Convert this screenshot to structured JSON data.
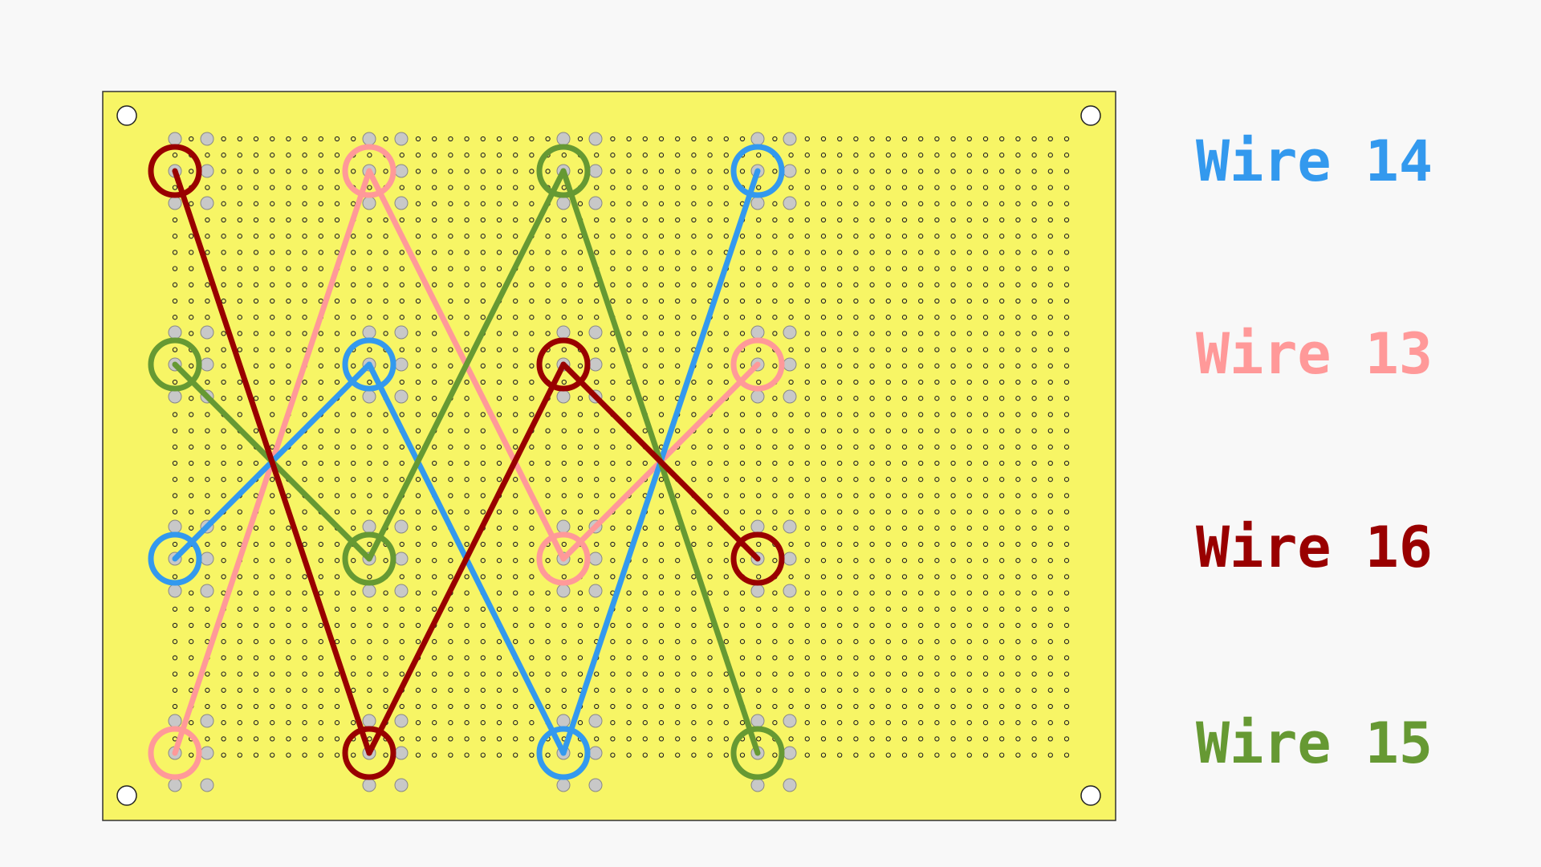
{
  "board": {
    "color": "#f7f565",
    "border_color": "#333333",
    "hole_color": "#f7f565",
    "hole_outline": "#222222",
    "pad_color": "#c8c8c8",
    "mount_hole_color": "#ffffff"
  },
  "wires": [
    {
      "id": "wire-13",
      "label": "Wire 13",
      "color": "#ff9999",
      "path": [
        [
          0,
          3
        ],
        [
          1,
          0
        ],
        [
          2,
          2
        ],
        [
          3,
          1
        ]
      ]
    },
    {
      "id": "wire-14",
      "label": "Wire 14",
      "color": "#3399ee",
      "path": [
        [
          0,
          2
        ],
        [
          1,
          1
        ],
        [
          2,
          3
        ],
        [
          3,
          0
        ]
      ]
    },
    {
      "id": "wire-15",
      "label": "Wire 15",
      "color": "#669933",
      "path": [
        [
          0,
          1
        ],
        [
          1,
          2
        ],
        [
          2,
          0
        ],
        [
          3,
          3
        ]
      ]
    },
    {
      "id": "wire-16",
      "label": "Wire 16",
      "color": "#990000",
      "path": [
        [
          0,
          0
        ],
        [
          1,
          3
        ],
        [
          2,
          1
        ],
        [
          3,
          2
        ]
      ]
    }
  ],
  "legend": [
    {
      "label": "Wire 14",
      "color": "#3399ee"
    },
    {
      "label": "Wire 13",
      "color": "#ff9999"
    },
    {
      "label": "Wire 16",
      "color": "#990000"
    },
    {
      "label": "Wire 15",
      "color": "#669933"
    }
  ]
}
